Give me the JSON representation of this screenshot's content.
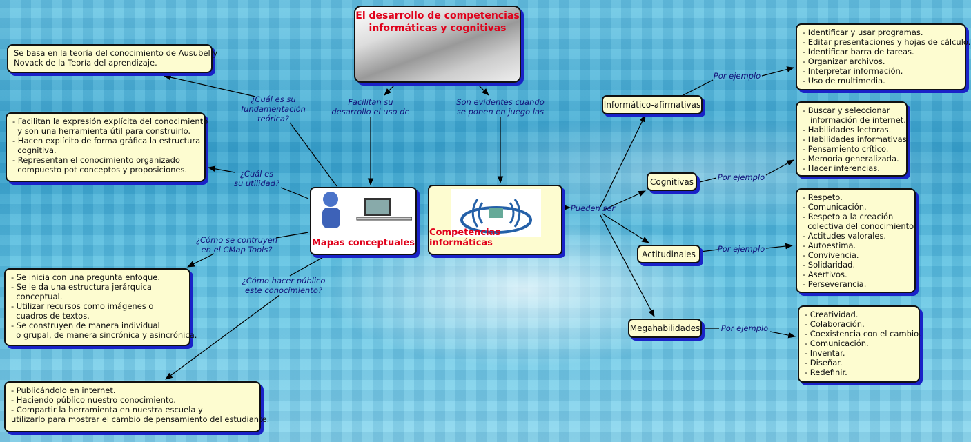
{
  "title": "El desarrollo de competencias\ninformáticas y cognitivas",
  "concepts": {
    "mapas": "Mapas conceptuales",
    "competencias": "Competencias informáticas",
    "informatico": "Informático-afirmativas",
    "cognitivas": "Cognitivas",
    "actitudinales": "Actitudinales",
    "megahabilidades": "Megahabilidades"
  },
  "links": {
    "fundamentacion": "¿Cuál es su\nfundamentación\nteórica?",
    "utilidad": "¿Cuál es\nsu utilidad?",
    "construyen": "¿Cómo se contruyen\nen el CMap Tools?",
    "publico": "¿Cómo hacer público\neste conocimiento?",
    "facilitan": "Facilitan su\ndesarrollo el uso de",
    "evidentes": "Son evidentes cuando\nse ponen en juego las",
    "pueden": "Pueden ser",
    "ejemplo": "Por ejemplo"
  },
  "boxes": {
    "ausubel": "Se basa en la teoría del conocimiento de Ausubel y\nNovack de la Teoría del aprendizaje.",
    "utilidad": "- Facilitan la expresión explícita del conocimiento\n  y son una herramienta útil para construirlo.\n- Hacen explícito de forma gráfica la estructura\n  cognitiva.\n- Representan el conocimiento organizado\n  compuesto pot conceptos y proposiciones.",
    "construccion": "- Se inicia con una pregunta enfoque.\n- Se le da una estructura jerárquica\n  conceptual.\n- Utilizar recursos como imágenes o\n  cuadros de textos.\n- Se construyen de manera individual\n  o grupal, de manera sincrónica y asincrónica.",
    "publicar": "- Publicándolo en internet.\n- Haciendo público nuestro conocimiento.\n- Compartir la herramienta en nuestra escuela y\nutilizarlo para mostrar el cambio de pensamiento del estudiante.",
    "informatico": "- Identificar y usar programas.\n- Editar presentaciones y hojas de cálculo.\n- Identificar barra de tareas.\n- Organizar archivos.\n- Interpretar información.\n- Uso de multimedia.",
    "cognitivas": "- Buscar y seleccionar\n   información de internet.\n- Habilidades lectoras.\n- Habilidades informativas.\n- Pensamiento crítico.\n- Memoria generalizada.\n- Hacer inferencias.",
    "actitudinales": "- Respeto.\n- Comunicación.\n- Respeto a la creación\n  colectiva del conocimiento.\n- Actitudes valorales.\n- Autoestima.\n- Convivencia.\n- Solidaridad.\n- Asertivos.\n- Perseverancia.",
    "megahabilidades": "- Creatividad.\n- Colaboración.\n- Coexistencia con el cambio.\n- Comunicación.\n- Inventar.\n- Diseñar.\n- Redefinir."
  },
  "colors": {
    "concept_title": "#e0001a",
    "link_text": "#12127a",
    "box_fill": "#fdfcd0",
    "shadow": "#1a22c8"
  }
}
